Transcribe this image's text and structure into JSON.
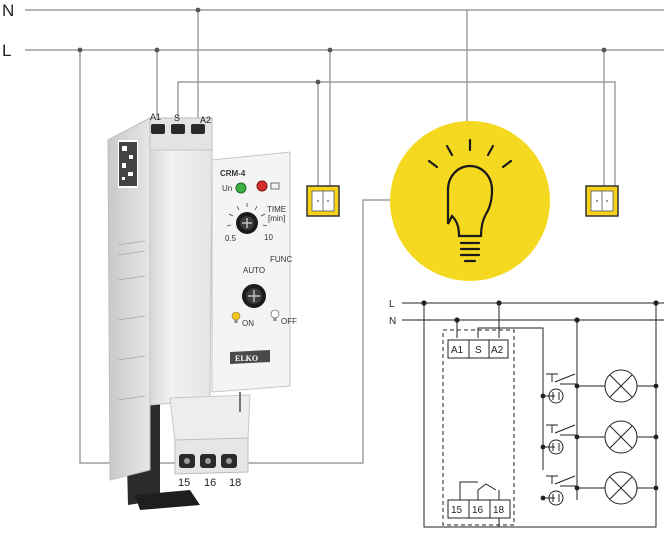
{
  "wiring": {
    "bus_n_label": "N",
    "bus_l_label": "L"
  },
  "device": {
    "model": "CRM-4",
    "brand": "ELKO",
    "led_un": "Un",
    "time_label": "TIME",
    "time_unit": "[min]",
    "dial_min": "0.5",
    "dial_max": "10",
    "func_label": "FUNC",
    "auto_label": "AUTO",
    "on_label": "ON",
    "off_label": "OFF",
    "top_terminals": [
      "A1",
      "S",
      "A2"
    ],
    "bottom_terminals": [
      "15",
      "16",
      "18"
    ],
    "colors": {
      "body": "#ececec",
      "led_green": "#3cb043",
      "led_red": "#d62c2c",
      "base": "#2b2b2b"
    }
  },
  "bulb": {
    "icon": "light-bulb-icon",
    "circle_color": "#f5d820",
    "icon_color": "#1a1a1a"
  },
  "buttons": [
    {
      "icon": "push-button-icon"
    },
    {
      "icon": "push-button-icon"
    }
  ],
  "schematic": {
    "l_label": "L",
    "n_label": "N",
    "top_terminals": [
      "A1",
      "S",
      "A2"
    ],
    "bottom_terminals": [
      "15",
      "16",
      "18"
    ],
    "lamps": 3,
    "switches": 3
  }
}
